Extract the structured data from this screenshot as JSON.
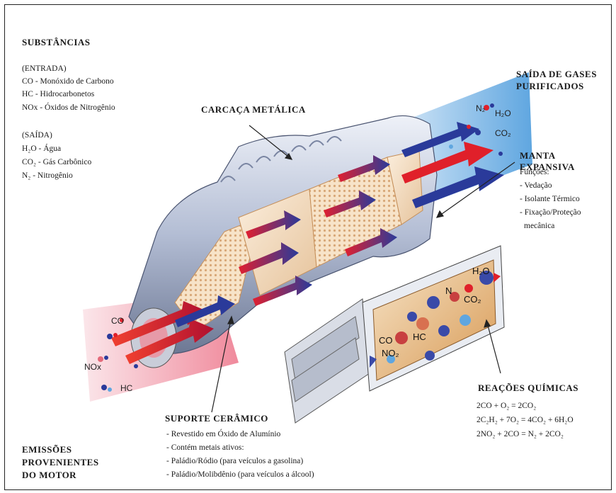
{
  "substances": {
    "title": "SUBSTÂNCIAS",
    "input_title": "(ENTRADA)",
    "inputs": [
      "CO - Monóxido de Carbono",
      "HC - Hidrocarbonetos",
      "NOx - Óxidos de Nitrogênio"
    ],
    "output_title": "(SAÍDA)",
    "outputs": [
      "H₂O - Água",
      "CO₂ - Gás Carbônico",
      "N₂ - Nitrogênio"
    ]
  },
  "labels": {
    "casing": "CARCAÇA METÁLICA",
    "outlet_line1": "SAÍDA DE GASES",
    "outlet_line2": "PURIFICADOS",
    "mat_title": "MANTA EXPANSIVA",
    "mat_functions_title": "Funções:",
    "mat_functions": [
      "- Vedação",
      "- Isolante Térmico",
      "- Fixação/Proteção",
      "mecânica"
    ],
    "reactions_title": "REAÇÕES QUÍMICAS",
    "reactions": [
      "2CO + O₂ = 2CO₂",
      "2C₂H₂ + 7O₂ = 4CO₂ + 6H₂O",
      "2NO₂ + 2CO = N₂ + 2CO₂"
    ],
    "support_title": "SUPORTE CERÂMICO",
    "support_items": [
      "- Revestido em Óxido de Alumínio",
      "- Contém metais ativos:",
      "- Paládio/Ródio (para veículos a gasolina)",
      "- Paládio/Molibdênio (para veículos a álcool)"
    ],
    "emissions_lines": [
      "EMISSÕES",
      "PROVENIENTES",
      "DO MOTOR"
    ]
  },
  "molecules": {
    "inlet_co": "CO",
    "inlet_nox": "NOx",
    "inlet_hc": "HC",
    "outlet_n2": "N₂",
    "outlet_h2o": "H₂O",
    "outlet_co2": "CO₂",
    "detail_h2o": "H₂O",
    "detail_n": "N",
    "detail_co2": "CO₂",
    "detail_co": "CO",
    "detail_hc": "HC",
    "detail_no2": "NO₂"
  },
  "colors": {
    "casing_metal": "#aeb8cf",
    "ceramic": "#f3dcc0",
    "hot_arrow": "#e0202a",
    "clean_arrow": "#2a3a9a",
    "inlet_gas": "#f2c6cf",
    "outlet_gas": "#9cc7ea"
  }
}
